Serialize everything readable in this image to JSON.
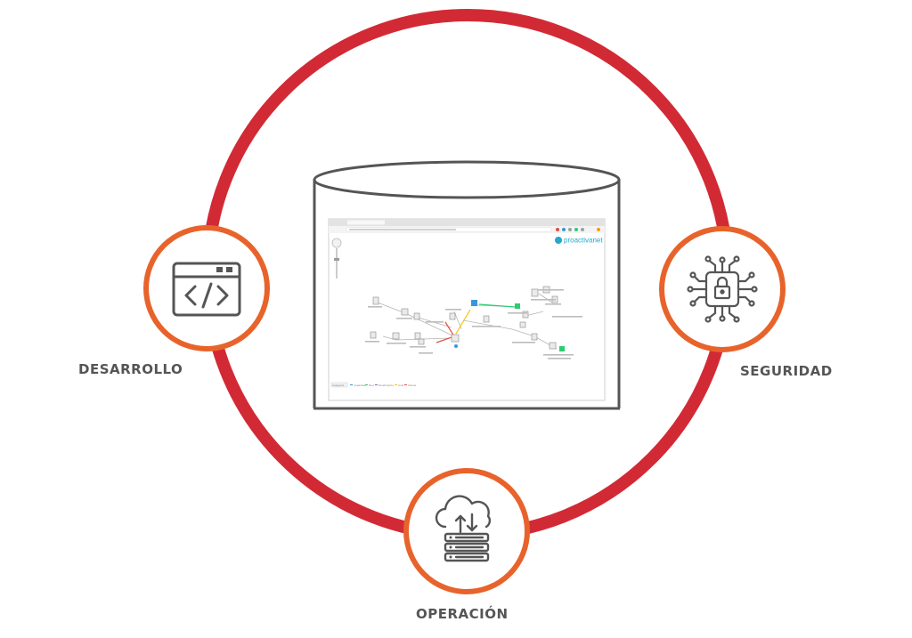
{
  "diagram": {
    "colors": {
      "ring": "#d22a35",
      "node_ring": "#e8632b",
      "icon": "#555555",
      "label": "#555555",
      "cylinder": "#555555"
    },
    "nodes": [
      {
        "id": "desarrollo",
        "label": "DESARROLLO",
        "icon": "code-window-icon"
      },
      {
        "id": "seguridad",
        "label": "SEGURIDAD",
        "icon": "circuit-lock-icon"
      },
      {
        "id": "operacion",
        "label": "OPERACIÓN",
        "icon": "cloud-server-icon"
      }
    ],
    "screenshot": {
      "brand": "proactivanet",
      "legend": [
        "Categoría",
        "Capacidad",
        "Red",
        "Rendimiento",
        "Cola",
        "Cliente"
      ]
    }
  }
}
